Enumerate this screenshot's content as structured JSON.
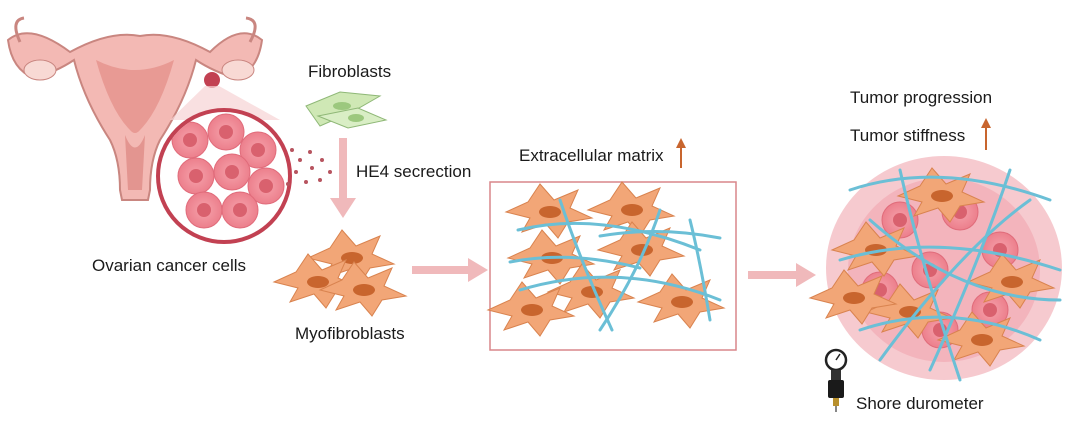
{
  "labels": {
    "ovarian": "Ovarian cancer cells",
    "fibroblasts": "Fibroblasts",
    "hs4": "HE4 secrection",
    "myofibroblasts": "Myofibroblasts",
    "ecm": "Extracellular matrix",
    "progression": "Tumor progression",
    "stiffness": "Tumor stiffness",
    "durometer": "Shore durometer"
  },
  "colors": {
    "uterus": "#f3b9b4",
    "uterus_outline": "#c98680",
    "cancer": "#f08a96",
    "fibroblast": "#cfe8b5",
    "myofibroblast": "#f2a677",
    "nucleus": "#c8652e",
    "fiber": "#6bbfd6",
    "arrow_pink": "#f0b9bb",
    "up_arrow": "#c8652e",
    "ecm_border": "#d9868a"
  }
}
